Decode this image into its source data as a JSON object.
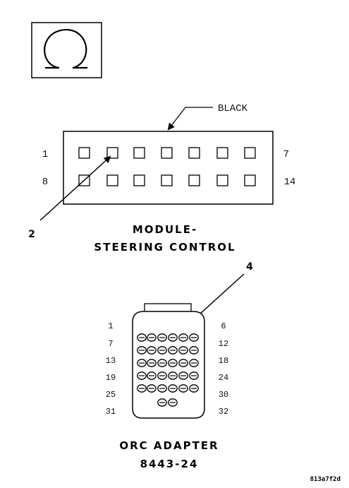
{
  "omega_symbol_icon": "ohm-icon",
  "module_connector": {
    "color_callout": "BLACK",
    "pin_top_left": "1",
    "pin_top_right": "7",
    "pin_bottom_left": "8",
    "pin_bottom_right": "14",
    "callout_number": "2",
    "caption_line1": "MODULE-",
    "caption_line2": "STEERING CONTROL"
  },
  "adapter_connector": {
    "callout_number": "4",
    "left_pin_labels": [
      "1",
      "7",
      "13",
      "19",
      "25",
      "31"
    ],
    "right_pin_labels": [
      "6",
      "12",
      "18",
      "24",
      "30",
      "32"
    ],
    "caption_line1": "ORC ADAPTER",
    "caption_line2": "8443-24"
  },
  "reference_code": "813a7f2d"
}
